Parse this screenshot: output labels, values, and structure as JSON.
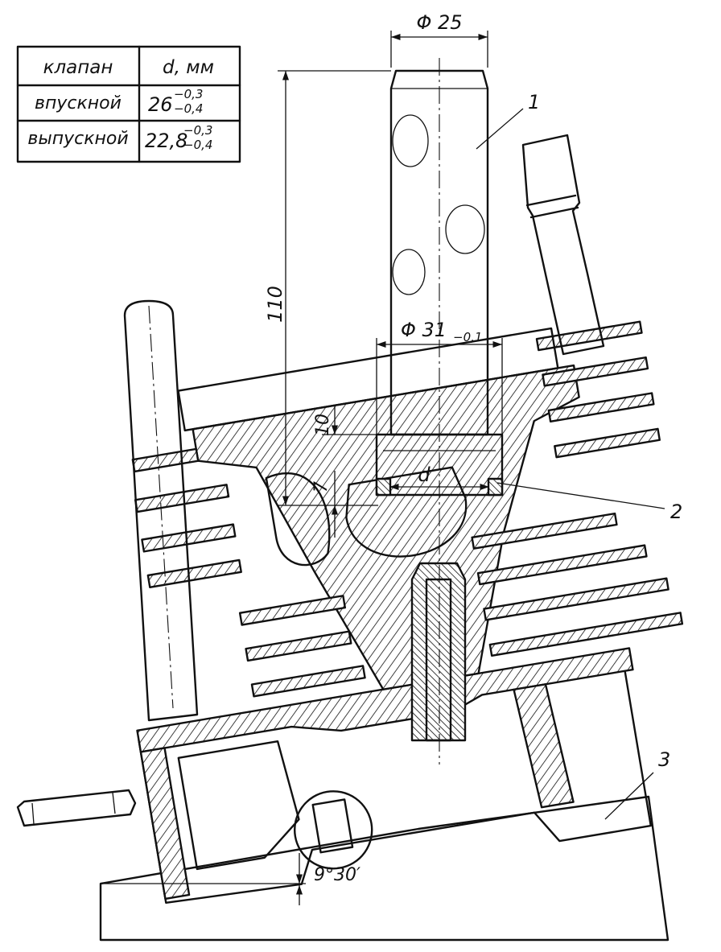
{
  "table": {
    "headers": [
      "клапан",
      "d, мм"
    ],
    "rows": [
      {
        "valve": "впускной",
        "base": "26",
        "upper": "−0,3",
        "lower": "−0,4"
      },
      {
        "valve": "выпускной",
        "base": "22,8",
        "upper": "−0,3",
        "lower": "−0,4"
      }
    ]
  },
  "dimensions": {
    "phi25": "Φ 25",
    "phi31": "Φ 31",
    "phi31_tol": "−0,1",
    "h110": "110",
    "h10": "10",
    "h7": "7",
    "d": "d",
    "angle": "9°30′"
  },
  "callouts": {
    "mandrel": "1",
    "valve_seat": "2",
    "wedge_support": "3"
  },
  "colors": {
    "ink": "#111111",
    "paper": "#ffffff"
  }
}
